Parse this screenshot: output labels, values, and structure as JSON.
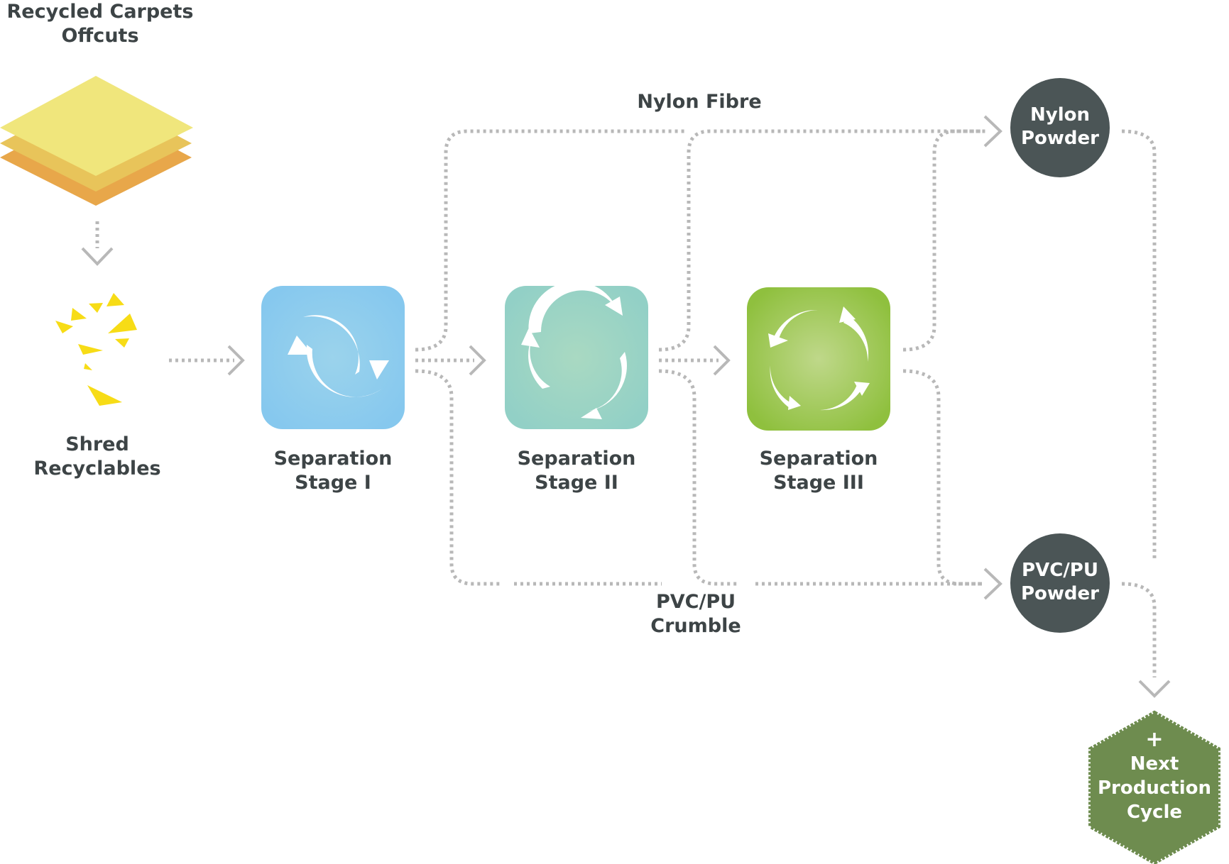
{
  "diagram": {
    "source": {
      "label_line1": "Recycled Carpets",
      "label_line2": "Offcuts"
    },
    "shred": {
      "label_line1": "Shred",
      "label_line2": "Recyclables"
    },
    "stages": [
      {
        "label_line1": "Separation",
        "label_line2": "Stage I",
        "color": "#8ccbec"
      },
      {
        "label_line1": "Separation",
        "label_line2": "Stage II",
        "color": "#9dd3c3"
      },
      {
        "label_line1": "Separation",
        "label_line2": "Stage III",
        "color": "#9cc752"
      }
    ],
    "flows": {
      "nylon_fibre": "Nylon Fibre",
      "pvc_crumble_line1": "PVC/PU",
      "pvc_crumble_line2": "Crumble"
    },
    "outputs": {
      "nylon": {
        "label_line1": "Nylon",
        "label_line2": "Powder"
      },
      "pvc": {
        "label_line1": "PVC/PU",
        "label_line2": "Powder"
      }
    },
    "next_cycle": {
      "plus": "+",
      "label_line1": "Next",
      "label_line2": "Production",
      "label_line3": "Cycle"
    },
    "colors": {
      "text": "#3d4446",
      "output_circle": "#4b5556",
      "hexagon": "#6e8c4f",
      "connector": "#b8b8b8",
      "carpet_top": "#f0e67c",
      "carpet_mid": "#e8c45a",
      "carpet_bottom": "#e8a74a",
      "shreds": "#f7dc16"
    }
  }
}
